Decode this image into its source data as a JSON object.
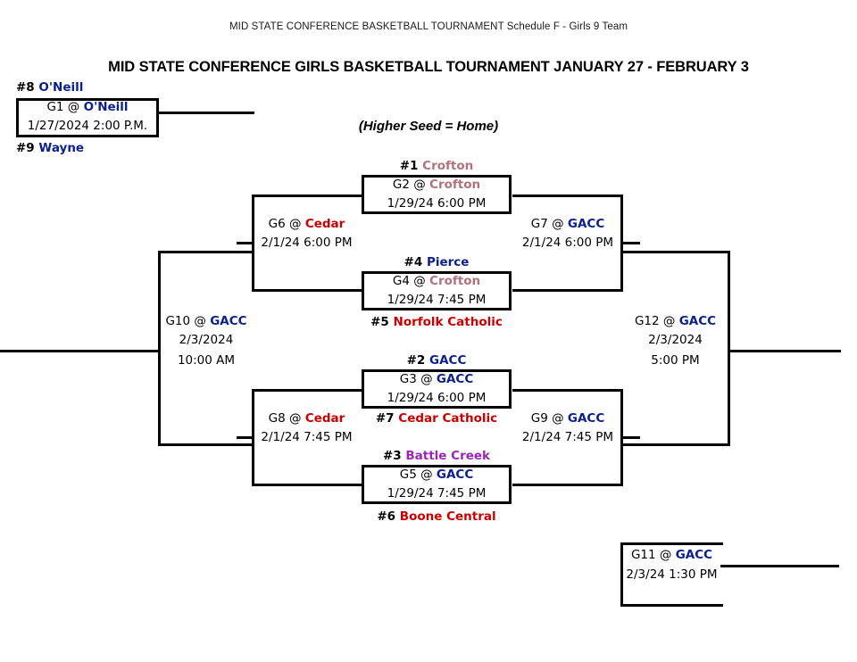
{
  "document": {
    "header": "MID STATE CONFERENCE BASKETBALL TOURNAMENT Schedule F - Girls 9 Team",
    "title": "MID STATE CONFERENCE GIRLS BASKETBALL TOURNAMENT JANUARY 27 - FEBRUARY 3",
    "note": "(Higher Seed = Home)"
  },
  "colors": {
    "blue": "#0b1f8f",
    "red": "#cc0000",
    "purple": "#9b26b6",
    "mauve": "#b0737e",
    "black": "#000000",
    "line": "#000000"
  },
  "seeds": [
    {
      "id": "seed-8",
      "num": "#8",
      "team": "O'Neill",
      "color": "#0b1f8f"
    },
    {
      "id": "seed-9",
      "num": "#9",
      "team": "Wayne",
      "color": "#0b1f8f"
    },
    {
      "id": "seed-1",
      "num": "#1",
      "team": "Crofton",
      "color": "#b0737e"
    },
    {
      "id": "seed-4",
      "num": "#4",
      "team": "Pierce",
      "color": "#0b1f8f"
    },
    {
      "id": "seed-5",
      "num": "#5",
      "team": "Norfolk Catholic",
      "color": "#cc0000"
    },
    {
      "id": "seed-2",
      "num": "#2",
      "team": "GACC",
      "color": "#0b1f8f"
    },
    {
      "id": "seed-7",
      "num": "#7",
      "team": "Cedar Catholic",
      "color": "#cc0000"
    },
    {
      "id": "seed-3",
      "num": "#3",
      "team": "Battle Creek",
      "color": "#9b26b6"
    },
    {
      "id": "seed-6",
      "num": "#6",
      "team": "Boone Central",
      "color": "#cc0000"
    }
  ],
  "games": {
    "g1": {
      "code": "G1",
      "at": "@",
      "site": "O'Neill",
      "site_color": "#0b1f8f",
      "datetime": "1/27/2024 2:00 P.M."
    },
    "g2": {
      "code": "G2",
      "at": "@",
      "site": "Crofton",
      "site_color": "#b0737e",
      "datetime": "1/29/24 6:00 PM"
    },
    "g4": {
      "code": "G4",
      "at": "@",
      "site": "Crofton",
      "site_color": "#b0737e",
      "datetime": "1/29/24 7:45 PM"
    },
    "g3": {
      "code": "G3",
      "at": "@",
      "site": "GACC",
      "site_color": "#0b1f8f",
      "datetime": "1/29/24 6:00 PM"
    },
    "g5": {
      "code": "G5",
      "at": "@",
      "site": "GACC",
      "site_color": "#0b1f8f",
      "datetime": "1/29/24 7:45 PM"
    },
    "g6": {
      "code": "G6",
      "at": "@",
      "site": "Cedar",
      "site_color": "#cc0000",
      "datetime": "2/1/24 6:00 PM"
    },
    "g7": {
      "code": "G7",
      "at": "@",
      "site": "GACC",
      "site_color": "#0b1f8f",
      "datetime": "2/1/24 6:00 PM"
    },
    "g8": {
      "code": "G8",
      "at": "@",
      "site": "Cedar",
      "site_color": "#cc0000",
      "datetime": "2/1/24 7:45 PM"
    },
    "g9": {
      "code": "G9",
      "at": "@",
      "site": "GACC",
      "site_color": "#0b1f8f",
      "datetime": "2/1/24 7:45 PM"
    },
    "g10": {
      "code": "G10",
      "at": "@",
      "site": "GACC",
      "site_color": "#0b1f8f",
      "date": "2/3/2024",
      "time": "10:00 AM"
    },
    "g11": {
      "code": "G11",
      "at": "@",
      "site": "GACC",
      "site_color": "#0b1f8f",
      "datetime": "2/3/24 1:30 PM"
    },
    "g12": {
      "code": "G12",
      "at": "@",
      "site": "GACC",
      "site_color": "#0b1f8f",
      "date": "2/3/2024",
      "time": "5:00 PM"
    }
  }
}
